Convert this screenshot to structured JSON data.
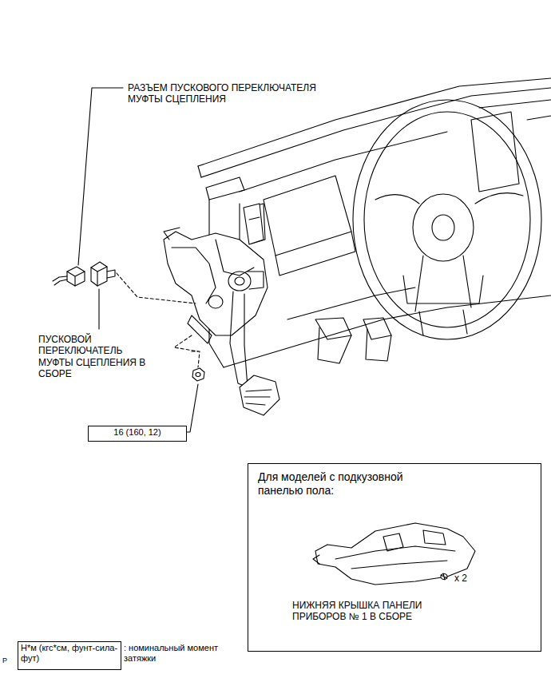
{
  "diagram": {
    "nodes": [
      {
        "text": [
          "16 (160, 12)"
        ]
      },
      {
        "text": [
          "Для моделей с подкузовной панелью пола:",
          "НИЖНЯЯ КРЫШКА ПАНЕЛИ ПРИБОРОВ № 1 В СБОРЕ",
          "x 2"
        ]
      },
      {
        "text": [
          "Н*м (кгс*см, фунт-сила-фут)"
        ]
      }
    ],
    "labels": [
      "РАЗЪЕМ ПУСКОВОГО ПЕРЕКЛЮЧАТЕЛЯ МУФТЫ СЦЕПЛЕНИЯ",
      "ПУСКОВОЙ ПЕРЕКЛЮЧАТЕЛЬ МУФТЫ СЦЕПЛЕНИЯ В СБОРЕ",
      ": номинальный момент затяжки",
      "P"
    ]
  }
}
